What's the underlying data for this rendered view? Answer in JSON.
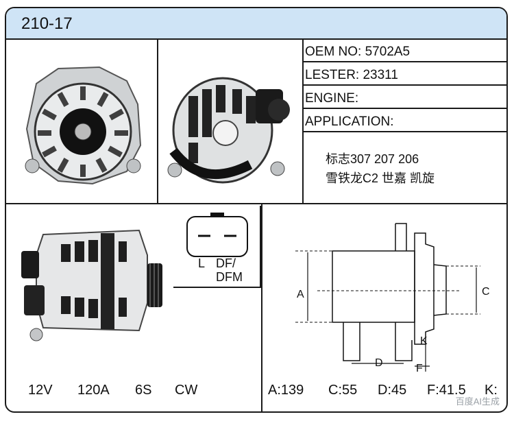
{
  "header": {
    "model": "210-17"
  },
  "specs": {
    "oem": "OEM NO: 5702A5",
    "lester": "LESTER: 23311",
    "engine": "ENGINE:",
    "application": "APPLICATION:"
  },
  "application_lines": [
    "标志307 207 206",
    "雪铁龙C2 世嘉 凯旋"
  ],
  "connector": {
    "left_label": "L",
    "right_label_1": "DF/",
    "right_label_2": "DFM"
  },
  "ratings": {
    "voltage": "12V",
    "amperage": "120A",
    "pulley": "6S",
    "rotation": "CW"
  },
  "dimensions": {
    "a": "A:139",
    "c": "C:55",
    "d": "D:45",
    "f": "F:41.5",
    "k": "K:",
    "diagram_labels": {
      "a": "A",
      "c": "C",
      "d": "D",
      "f": "F",
      "k": "K"
    }
  },
  "colors": {
    "header_bg": "#cfe4f6",
    "border": "#1a1a1a"
  },
  "watermark": "百度AI生成"
}
